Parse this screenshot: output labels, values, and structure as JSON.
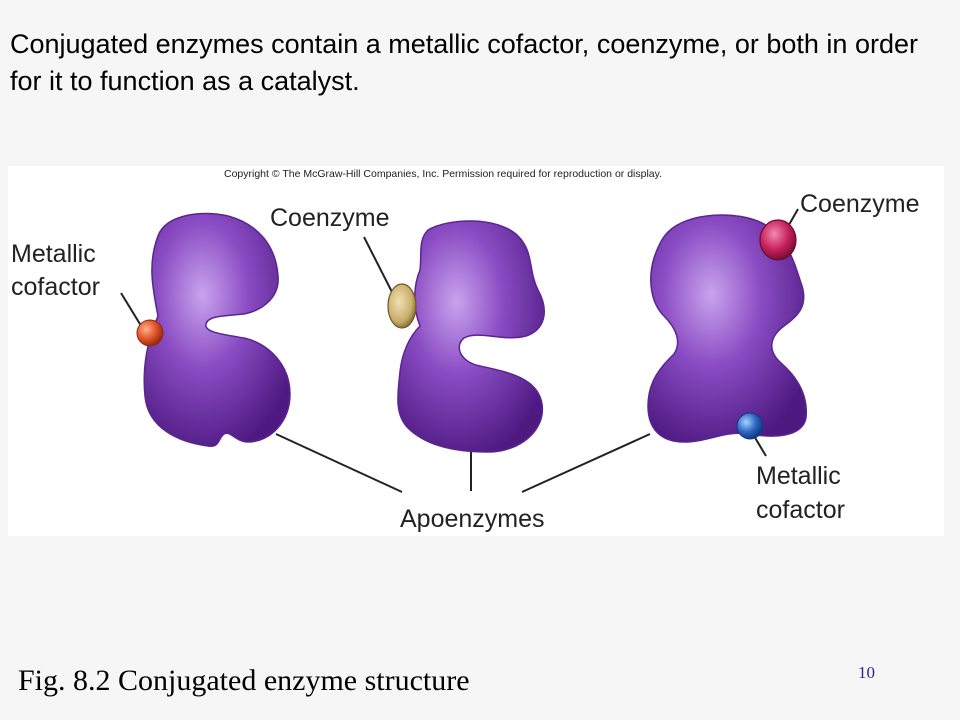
{
  "slide": {
    "body_text": "Conjugated enzymes contain a metallic cofactor, coenzyme, or both in order for it to function as a catalyst.",
    "caption": "Fig. 8.2 Conjugated enzyme structure",
    "page_number": "10"
  },
  "figure": {
    "copyright": "Copyright © The McGraw-Hill Companies, Inc. Permission required for reproduction or display.",
    "labels": {
      "metallic_cofactor_left_line1": "Metallic",
      "metallic_cofactor_left_line2": "cofactor",
      "coenzyme_middle": "Coenzyme",
      "coenzyme_right": "Coenzyme",
      "metallic_cofactor_right_line1": "Metallic",
      "metallic_cofactor_right_line2": "cofactor",
      "apoenzymes": "Apoenzymes"
    },
    "colors": {
      "enzyme": "#7b3fb0",
      "metallic_cofactor_left": "#e0542a",
      "coenzyme_middle": "#c9ae6a",
      "coenzyme_right": "#c8215e",
      "metallic_cofactor_right": "#2b66c4"
    }
  }
}
